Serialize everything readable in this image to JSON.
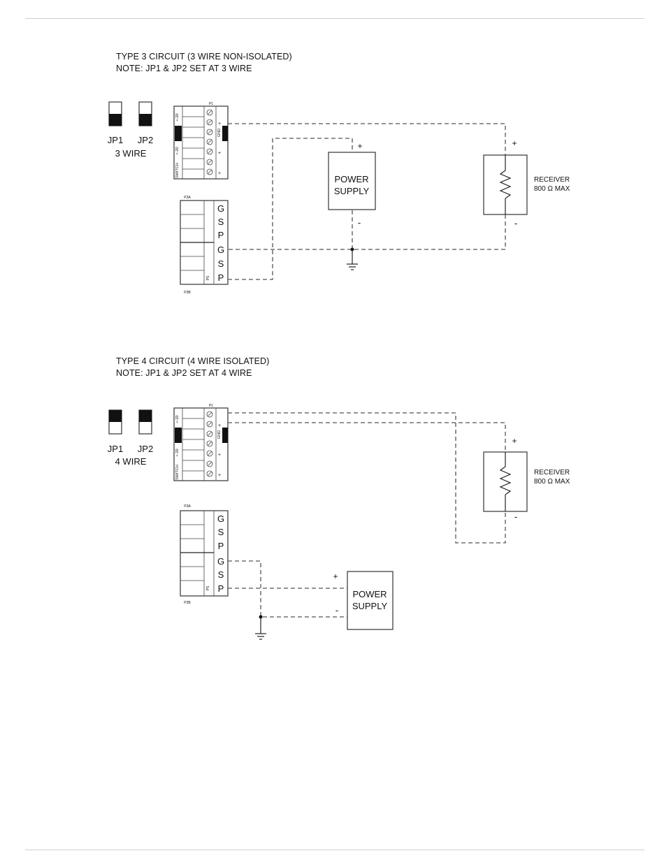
{
  "diagram1": {
    "title": "TYPE 3 CIRCUIT (3 WIRE NON-ISOLATED)",
    "note": "NOTE: JP1 & JP2 SET AT 3 WIRE",
    "jp1": "JP1",
    "jp2": "JP2",
    "wire_mode": "3 WIRE",
    "power_supply": [
      "POWER",
      "SUPPLY"
    ],
    "receiver": [
      "RECEIVER",
      "800 Ω MAX"
    ],
    "plus": "+",
    "minus": "-",
    "p1_label": "P1",
    "p3a_label": "P3A",
    "p3b_label": "P3B",
    "p5_label": "P5",
    "gsp": [
      "G",
      "S",
      "P",
      "G",
      "S",
      "P"
    ],
    "terminal_side_labels": [
      "+-20",
      "+-20",
      "SWITCH"
    ],
    "gnd_label": "GND"
  },
  "diagram2": {
    "title": "TYPE 4 CIRCUIT (4 WIRE ISOLATED)",
    "note": "NOTE: JP1 & JP2 SET AT 4 WIRE",
    "jp1": "JP1",
    "jp2": "JP2",
    "wire_mode": "4 WIRE",
    "power_supply": [
      "POWER",
      "SUPPLY"
    ],
    "receiver": [
      "RECEIVER",
      "800 Ω MAX"
    ],
    "plus": "+",
    "minus": "-",
    "p1_label": "P1",
    "p3a_label": "P3A",
    "p3b_label": "P3B",
    "p5_label": "P5",
    "gsp": [
      "G",
      "S",
      "P",
      "G",
      "S",
      "P"
    ],
    "terminal_side_labels": [
      "+-20",
      "+-20",
      "SWITCH"
    ],
    "gnd_label": "GND"
  },
  "colors": {
    "line": "#555555",
    "switch_fill": "#111111",
    "rule": "#cfcfcf"
  }
}
